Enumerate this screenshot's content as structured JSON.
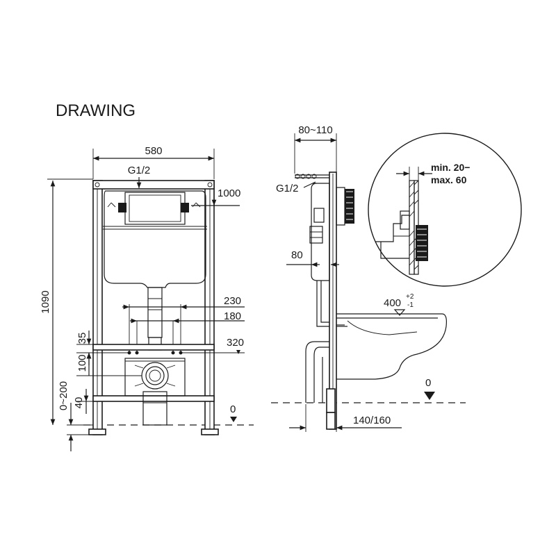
{
  "heading": "DRAWING",
  "front_view": {
    "width_dim": "580",
    "inlet_label": "G1/2",
    "flush_height_dim": "1000",
    "total_height_dim": "1090",
    "bolt_spacing_outer": "230",
    "bolt_spacing_inner": "180",
    "waste_height_dim": "320",
    "dim_35": "35",
    "dim_100": "100",
    "dim_40": "40",
    "leg_adjust_dim": "0~200",
    "floor_level": "0"
  },
  "side_view": {
    "depth_dim": "80~110",
    "inlet_label": "G1/2",
    "offset_dim": "80",
    "wc_height_dim": "400",
    "wc_height_tol_upper": "+2",
    "wc_height_tol_lower": "-1",
    "floor_level": "0",
    "wall_offset_dim": "140/160"
  },
  "detail": {
    "wall_thickness_min": "min. 20−",
    "wall_thickness_max": "max. 60"
  }
}
